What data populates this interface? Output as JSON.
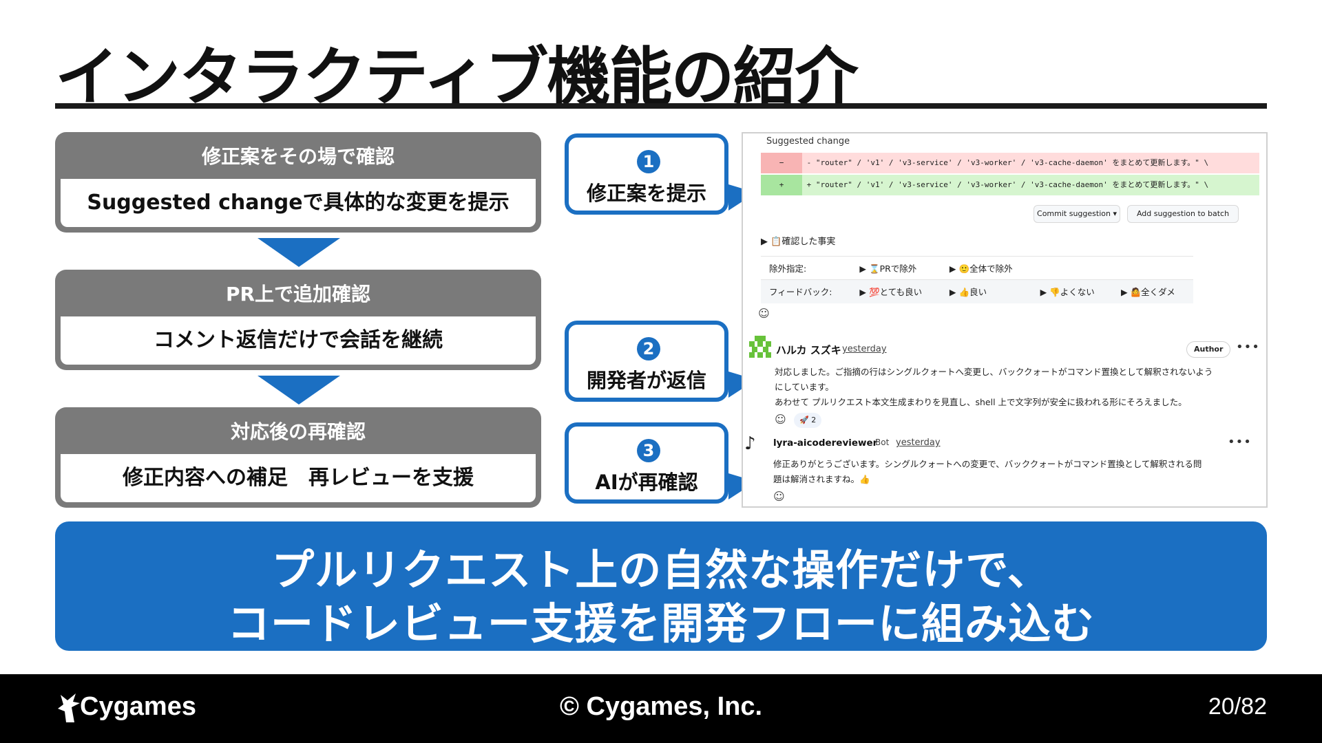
{
  "title": "インタラクティブ機能の紹介",
  "steps": [
    {
      "head": "修正案をその場で確認",
      "body": "Suggested changeで具体的な変更を提示"
    },
    {
      "head": "PR上で追加確認",
      "body": "コメント返信だけで会話を継続"
    },
    {
      "head": "対応後の再確認",
      "body": "修正内容への補足　再レビューを支援"
    }
  ],
  "callouts": [
    {
      "num": "1",
      "label": "修正案を提示"
    },
    {
      "num": "2",
      "label": "開発者が返信"
    },
    {
      "num": "3",
      "label": "AIが再確認"
    }
  ],
  "screenshot": {
    "suggested_title": "Suggested change",
    "diff_del_sign": "−",
    "diff_del": "- \"router\" / 'v1' / 'v3-service' / 'v3-worker' / 'v3-cache-daemon' をまとめて更新します。\" \\",
    "diff_add_sign": "+",
    "diff_add": "+ \"router\" / 'v1' / 'v3-service' / 'v3-worker' / 'v3-cache-daemon' をまとめて更新します。\" \\",
    "commit_button": "Commit suggestion  ▾",
    "batch_button": "Add suggestion to batch",
    "facts_toggle": "▶ 📋確認した事実",
    "exclude_label": "除外指定:",
    "exclude_options": [
      "▶ ⌛PRで除外",
      "▶ 🙂全体で除外"
    ],
    "feedback_label": "フィードバック:",
    "feedback_options": [
      "▶ 💯とても良い",
      "▶ 👍良い",
      "▶ 👎よくない",
      "▶ 🤷全くダメ"
    ],
    "smile_icon": "☺",
    "comment1": {
      "author": "ハルカ スズキ",
      "time": "yesterday",
      "badge": "Author",
      "menu": "•••",
      "lines": [
        "対応しました。ご指摘の行はシングルクォートへ変更し、バッククォートがコマンド置換として解釈されないよう",
        "にしています。",
        "あわせて プルリクエスト本文生成まわりを見直し、shell 上で文字列が安全に扱われる形にそろえました。"
      ],
      "reaction": "🚀 2"
    },
    "comment2": {
      "author": "lyra-aicodereviewer",
      "tag": "Bot",
      "time": "yesterday",
      "menu": "•••",
      "lines": [
        "修正ありがとうございます。シングルクォートへの変更で、バッククォートがコマンド置換として解釈される問",
        "題は解消されますね。👍"
      ]
    }
  },
  "banner": {
    "line1": "プルリクエスト上の自然な操作だけで、",
    "line2": "コードレビュー支援を開発フローに組み込む"
  },
  "footer": {
    "logo_text": "Cygames",
    "copyright": "© Cygames, Inc.",
    "page": "20/82"
  },
  "colors": {
    "accent_blue": "#1b6fc2",
    "step_gray": "#7a7a7a",
    "footer_black": "#000000"
  }
}
